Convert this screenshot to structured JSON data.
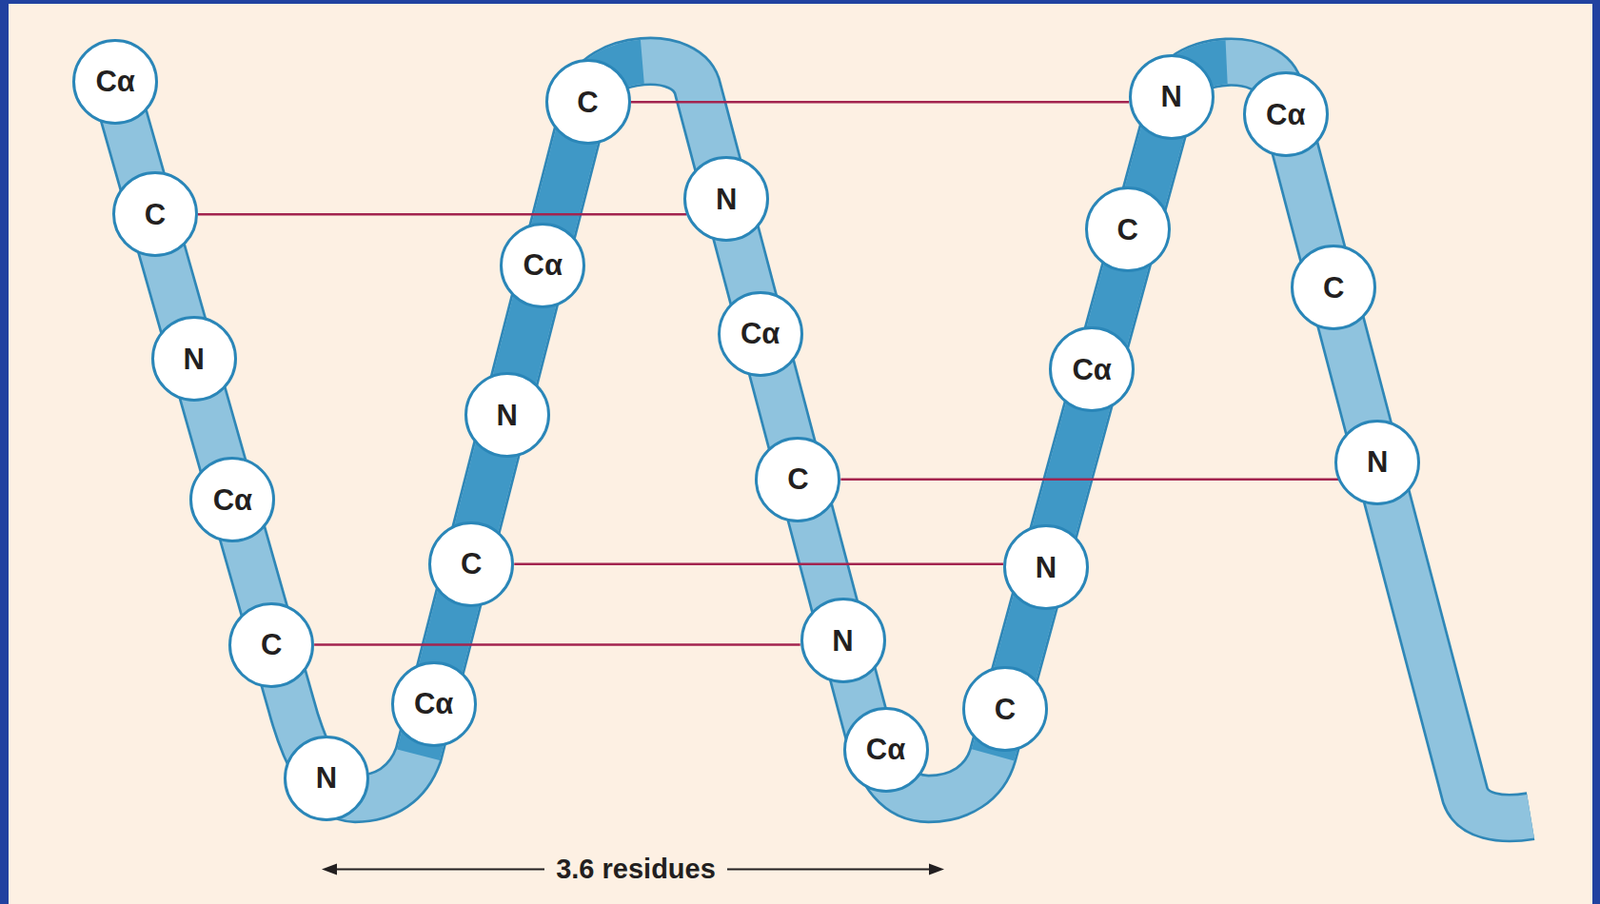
{
  "diagram": {
    "nodes": [
      {
        "text": [
          "Cα"
        ]
      },
      {
        "text": [
          "C"
        ]
      },
      {
        "text": [
          "N"
        ]
      },
      {
        "text": [
          "Cα"
        ]
      },
      {
        "text": [
          "C"
        ]
      },
      {
        "text": [
          "N"
        ]
      },
      {
        "text": [
          "Cα"
        ]
      },
      {
        "text": [
          "C"
        ]
      },
      {
        "text": [
          "N"
        ]
      },
      {
        "text": [
          "Cα"
        ]
      },
      {
        "text": [
          "C"
        ]
      },
      {
        "text": [
          "N"
        ]
      },
      {
        "text": [
          "Cα"
        ]
      },
      {
        "text": [
          "C"
        ]
      },
      {
        "text": [
          "N"
        ]
      },
      {
        "text": [
          "Cα"
        ]
      },
      {
        "text": [
          "C"
        ]
      },
      {
        "text": [
          "N"
        ]
      },
      {
        "text": [
          "Cα"
        ]
      },
      {
        "text": [
          "C"
        ]
      },
      {
        "text": [
          "N"
        ]
      },
      {
        "text": [
          "Cα"
        ]
      },
      {
        "text": [
          "C"
        ]
      },
      {
        "text": [
          "N"
        ]
      }
    ],
    "edges": [
      {
        "from": 10,
        "to": 20,
        "arrow": "none"
      },
      {
        "from": 1,
        "to": 11,
        "arrow": "none"
      },
      {
        "from": 13,
        "to": 23,
        "arrow": "none"
      },
      {
        "from": 7,
        "to": 17,
        "arrow": "none"
      },
      {
        "from": 4,
        "to": 14,
        "arrow": "none"
      }
    ],
    "labels": [
      "3.6 residues"
    ]
  }
}
